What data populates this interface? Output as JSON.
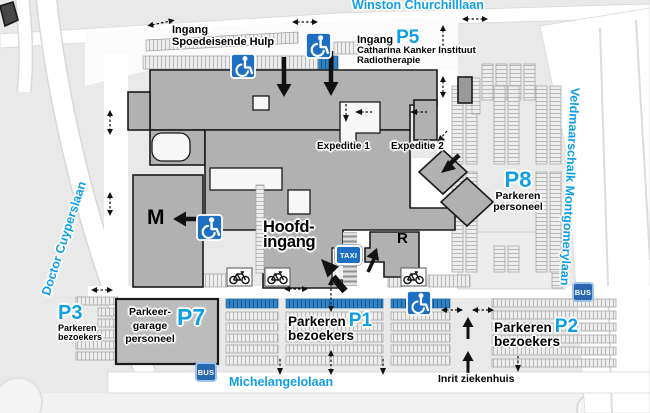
{
  "map": {
    "streets": {
      "winston": "Winston Churchilllaan",
      "montgomery": "Veldmaarschalk Montgomerylaan",
      "cuypers": "Doctor Cuyperslaan",
      "michelangelo": "Michelangelolaan"
    },
    "labels": {
      "inrit_ziekenhuis": "Inrit ziekenhuis"
    },
    "entrances": {
      "seh": {
        "line1": "Ingang",
        "line2": "Spoedeisende Hulp"
      },
      "p5": {
        "prefix": "Ingang",
        "code": "P5",
        "line2": "Catharina Kanker Instituut",
        "line3": "Radiotherapie"
      },
      "hoofdingang": {
        "line1": "Hoofd-",
        "line2": "ingang"
      },
      "expeditie1": "Expeditie 1",
      "expeditie2": "Expeditie 2"
    },
    "buildings": {
      "m": "M",
      "r": "R"
    },
    "parking": {
      "p1": {
        "code": "P1",
        "word1": "Parkeren",
        "word2": "bezoekers"
      },
      "p2": {
        "code": "P2",
        "word1": "Parkeren",
        "word2": "bezoekers"
      },
      "p3": {
        "code": "P3",
        "word1": "Parkeren",
        "word2": "bezoekers"
      },
      "p7": {
        "code": "P7",
        "word1": "Parkeer-",
        "word2": "garage",
        "word3": "personeel"
      },
      "p8": {
        "code": "P8",
        "word1": "Parkeren",
        "word2": "personeel"
      }
    },
    "signs": {
      "taxi": "TAXI",
      "bus": "BUS"
    },
    "icons": {
      "wheelchair": "wheelchair-icon",
      "bicycle": "bicycle-icon"
    },
    "colors": {
      "street_label_blue": "#0f9ee8",
      "sign_blue": "#1d6fc1",
      "bus_blue": "#2a66b0",
      "parking_strip_blue": "#2f83c5",
      "building_gray": "#b1b1b1",
      "background_gray": "#e9e9e9"
    }
  }
}
